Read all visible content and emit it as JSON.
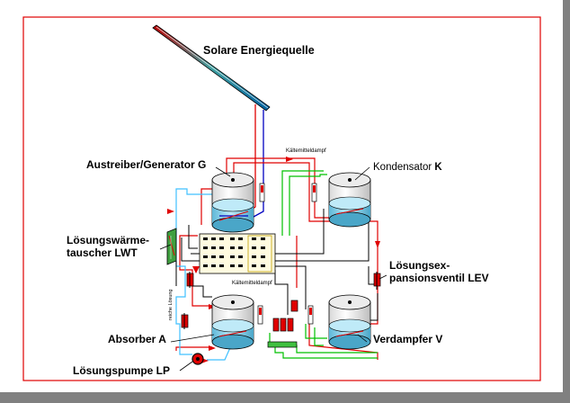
{
  "labels": {
    "solar": "Solare Energiequelle",
    "generator": "Austreiber/Generator G",
    "condenser_prefix": "Kondensator ",
    "condenser_letter": "K",
    "hx_line1": "Lösungswärme-",
    "hx_line2": "tauscher LWT",
    "valve_line1": "Lösungsex-",
    "valve_line2": "pansionsventil LEV",
    "absorber": "Absorber A",
    "evaporator": "Verdampfer V",
    "pump": "Lösungspumpe LP"
  },
  "small_labels": {
    "refrigerant_vapor_top": "Kältemitteldampf",
    "refrigerant_vapor_mid": "Kältemitteldampf",
    "rich_solution": "reiche Lösung"
  },
  "colors": {
    "background": "#808080",
    "canvas": "#ffffff",
    "border": "#e00000",
    "pipe_red": "#e00000",
    "pipe_green": "#00c000",
    "pipe_cyan": "#40c0ff",
    "pipe_blue": "#0000c0",
    "tank_fill": "#f2f2f2",
    "liquid": "#7fd0e8"
  }
}
